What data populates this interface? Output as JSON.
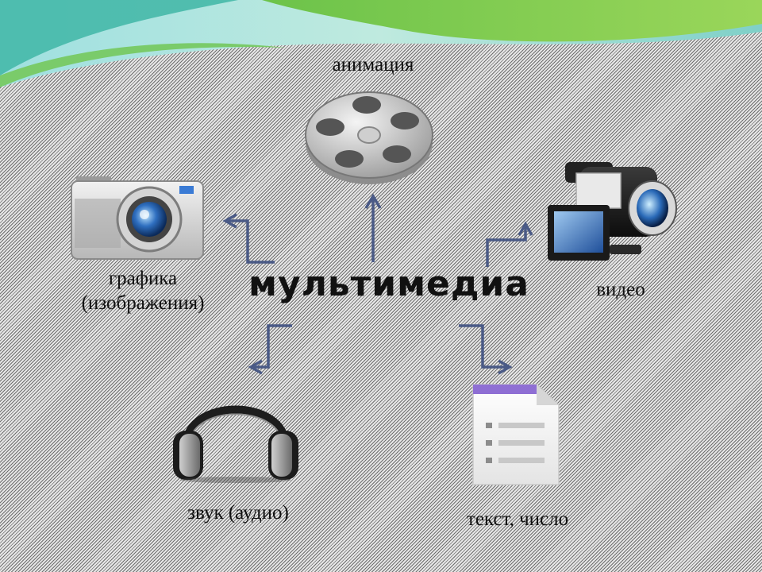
{
  "diagram": {
    "center": {
      "label": "мультимедиа"
    },
    "nodes": {
      "animation": {
        "label": "анимация",
        "icon": "film-reel-icon"
      },
      "graphics": {
        "label_line1": "графика",
        "label_line2": "(изображения)",
        "icon": "camera-icon"
      },
      "video": {
        "label": "видео",
        "icon": "video-camera-icon"
      },
      "audio": {
        "label": "звук (аудио)",
        "icon": "headphones-icon"
      },
      "text": {
        "label": "текст, число",
        "icon": "document-icon"
      }
    },
    "colors": {
      "connector": "#4a5a86",
      "banner_green": "#7cc84a",
      "banner_teal": "#55c4c4"
    }
  }
}
